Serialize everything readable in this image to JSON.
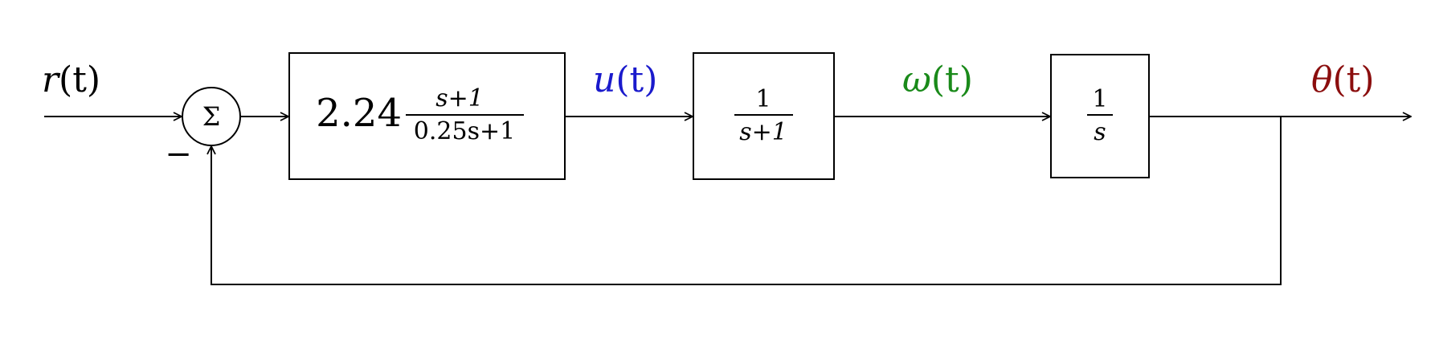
{
  "signals": {
    "input": {
      "name": "r",
      "arg": "(t)",
      "color": "#000000"
    },
    "control": {
      "name": "u",
      "arg": "(t)",
      "color": "#1a1acc"
    },
    "speed": {
      "name": "ω",
      "arg": "(t)",
      "color": "#1a8a1a"
    },
    "angle": {
      "name": "θ",
      "arg": "(t)",
      "color": "#8b0e0e"
    }
  },
  "summing_junction": {
    "symbol": "Σ",
    "feedback_sign": "−"
  },
  "blocks": {
    "controller": {
      "gain": "2.24",
      "numerator": "s+1",
      "denominator": "0.25s+1"
    },
    "plant_motor": {
      "numerator": "1",
      "denominator": "s+1"
    },
    "integrator": {
      "numerator": "1",
      "denominator": "s"
    }
  }
}
